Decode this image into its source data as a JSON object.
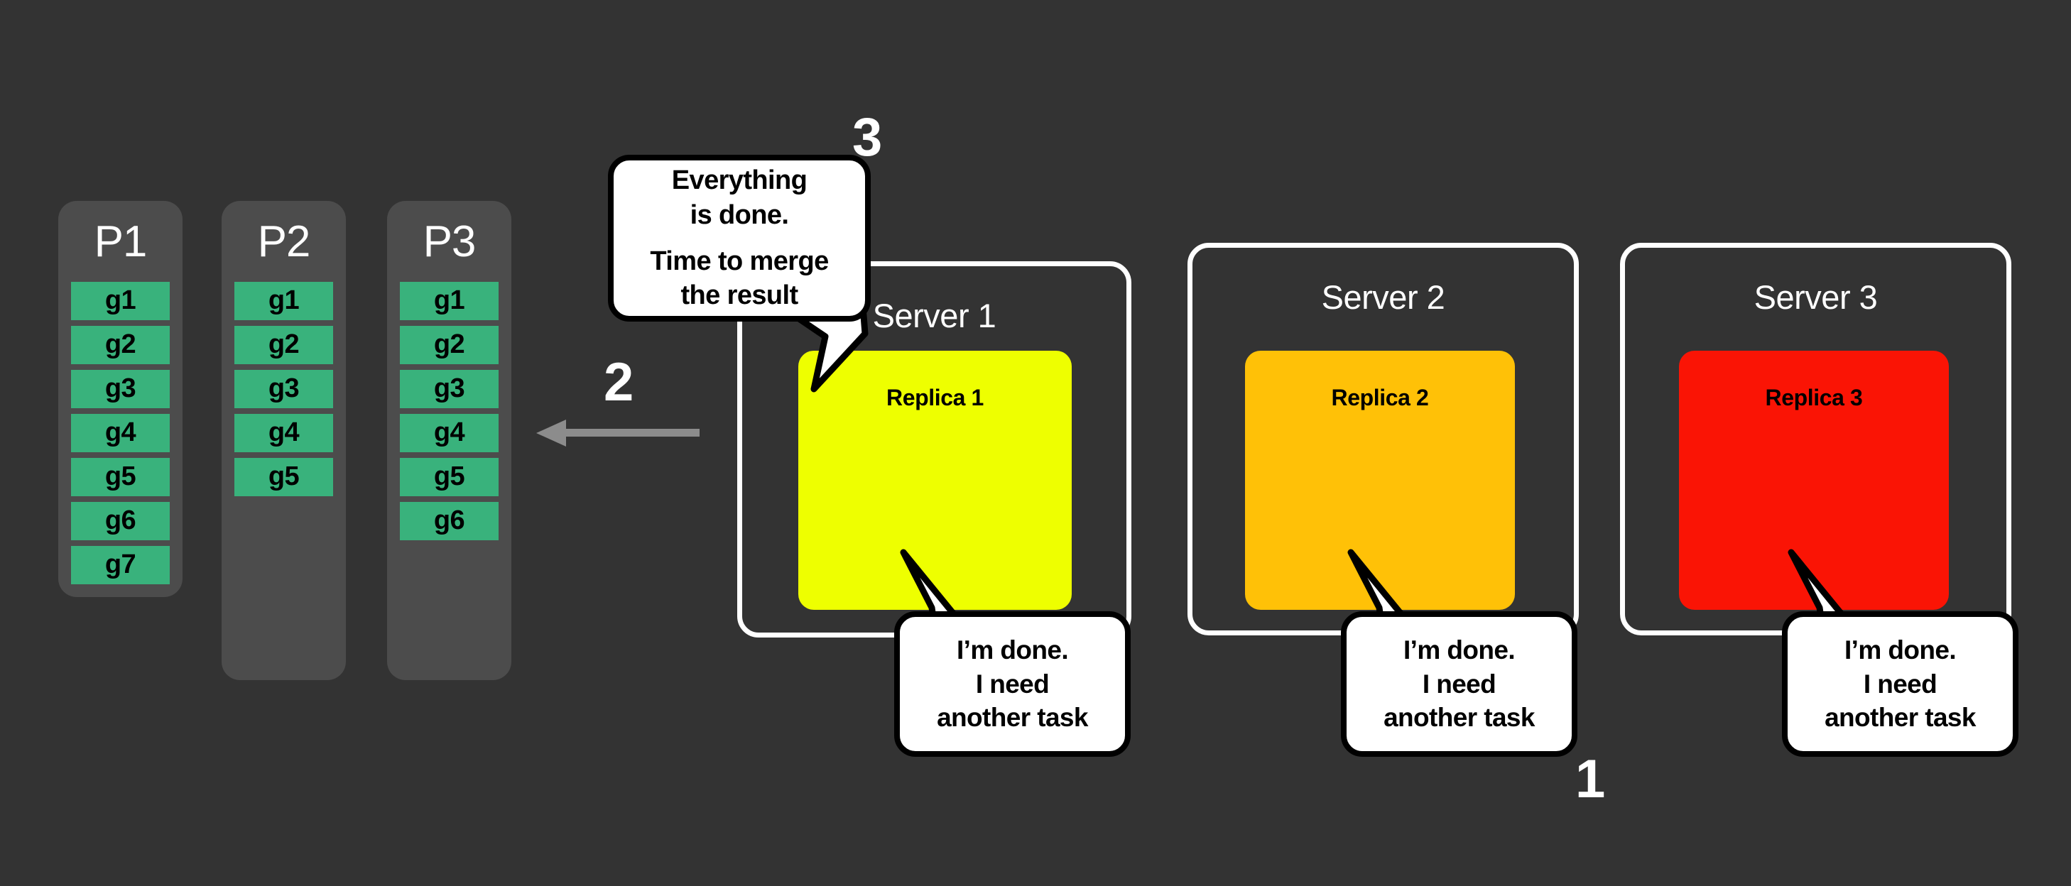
{
  "diagram": {
    "title": "Distributed task execution with partitions, replicas and merge step",
    "background_color": "#333333",
    "colors": {
      "background": "#333333",
      "partition_bg": "#4c4c4c",
      "chunk_green": "#39b27c",
      "replica_1_yellow": "#eeff00",
      "replica_2_orange": "#ffc107",
      "replica_3_red": "#fa1405",
      "outline_white": "#ffffff",
      "bubble_fill": "#ffffff",
      "bubble_stroke": "#000000",
      "arrow_gray": "#8c8c8c"
    }
  },
  "partitions": [
    {
      "name": "P1",
      "chunks": [
        "g1",
        "g2",
        "g3",
        "g4",
        "g5",
        "g6",
        "g7"
      ]
    },
    {
      "name": "P2",
      "chunks": [
        "g1",
        "g2",
        "g3",
        "g4",
        "g5"
      ]
    },
    {
      "name": "P3",
      "chunks": [
        "g1",
        "g2",
        "g3",
        "g4",
        "g5",
        "g6"
      ]
    }
  ],
  "servers": [
    {
      "title": "Server 1",
      "replica_label": "Replica 1",
      "replica_color": "#eeff00"
    },
    {
      "title": "Server 2",
      "replica_label": "Replica 2",
      "replica_color": "#ffc107"
    },
    {
      "title": "Server 3",
      "replica_label": "Replica 3",
      "replica_color": "#fa1405"
    }
  ],
  "bubbles": {
    "merge": {
      "line1": "Everything",
      "line2": "is done.",
      "line3": "Time to merge",
      "line4": "the result"
    },
    "done": {
      "line1": "I’m done.",
      "line2": "I need",
      "line3": "another task"
    }
  },
  "steps": {
    "one": "1",
    "two": "2",
    "three": "3"
  },
  "arrow": {
    "direction": "left",
    "label": "2"
  }
}
